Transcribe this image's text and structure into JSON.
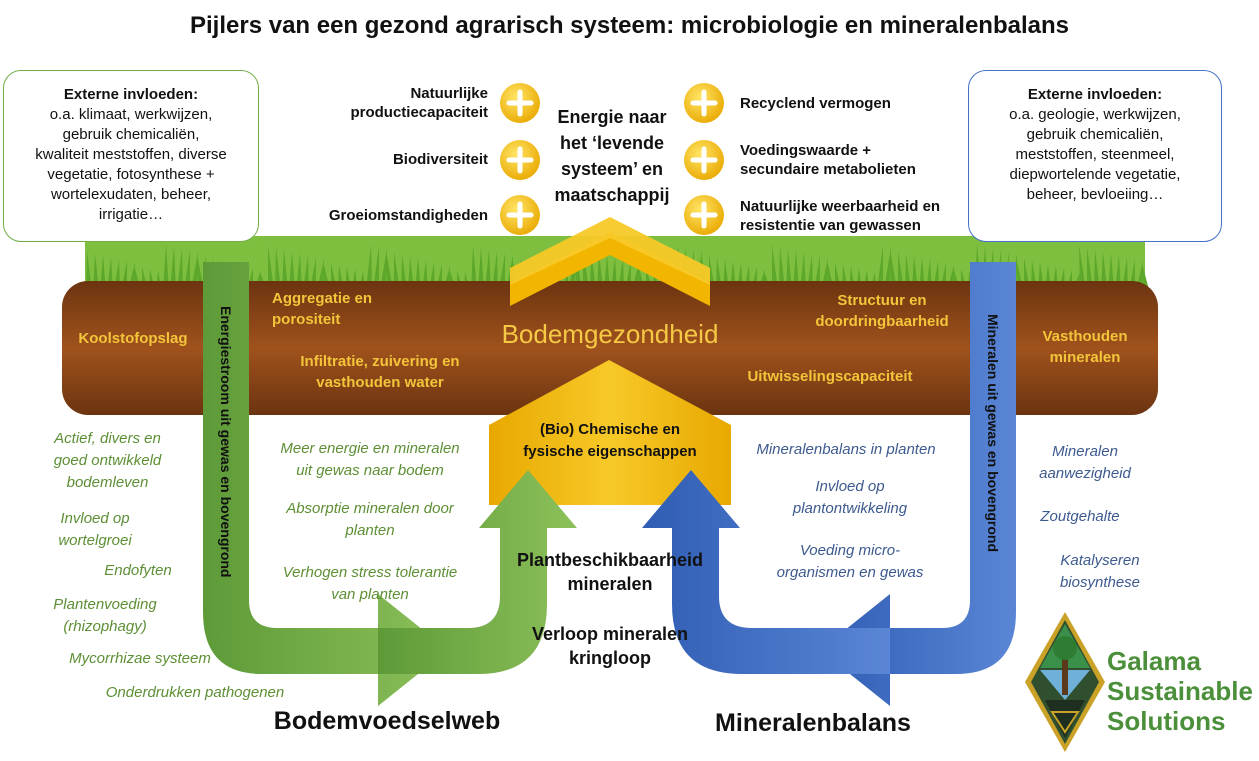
{
  "title": "Pijlers van een gezond agrarisch systeem: microbiologie en mineralenbalans",
  "left_box": {
    "heading": "Externe invloeden:",
    "lines": [
      "o.a. klimaat, werkwijzen,",
      "gebruik chemicaliën,",
      "kwaliteit meststoffen, diverse",
      "vegetatie, fotosynthese +",
      "wortelexudaten, beheer,",
      "irrigatie…"
    ]
  },
  "right_box": {
    "heading": "Externe invloeden:",
    "lines": [
      "o.a. geologie, werkwijzen,",
      "gebruik chemicaliën,",
      "meststoffen, steenmeel,",
      "diepwortelende vegetatie,",
      "beheer, bevloeiing…"
    ]
  },
  "top_left_items": [
    {
      "line1": "Natuurlijke",
      "line2": "productiecapaciteit"
    },
    {
      "line1": "Biodiversiteit",
      "line2": ""
    },
    {
      "line1": "Groeiomstandigheden",
      "line2": ""
    }
  ],
  "top_right_items": [
    {
      "line1": "Recyclend vermogen",
      "line2": ""
    },
    {
      "line1": "Voedingswaarde +",
      "line2": "secundaire metabolieten"
    },
    {
      "line1": "Natuurlijke weerbaarheid en",
      "line2": "resistentie van gewassen"
    }
  ],
  "energy_text": {
    "l1": "Energie naar",
    "l2": "het ‘levende",
    "l3": "systeem’ en",
    "l4": "maatschappij"
  },
  "soil": {
    "koolstof": "Koolstofopslag",
    "aggregatie_1": "Aggregatie en",
    "aggregatie_2": "porositeit",
    "infiltratie_1": "Infiltratie, zuivering en",
    "infiltratie_2": "vasthouden water",
    "bodemgezondheid": "Bodemgezondheid",
    "structuur_1": "Structuur en",
    "structuur_2": "doordringbaarheid",
    "uitwisseling": "Uitwisselingscapaciteit",
    "vasthouden_1": "Vasthouden",
    "vasthouden_2": "mineralen"
  },
  "vertical_left": "Energiestroom uit gewas en bovengrond",
  "vertical_right": "Mineralen uit gewas en bovengrond",
  "house": {
    "l1": "(Bio) Chemische en",
    "l2": "fysische eigenschappen"
  },
  "left_italic": [
    {
      "l1": "Actief, divers en",
      "l2": "goed ontwikkeld",
      "l3": "bodemleven"
    },
    {
      "l1": "Invloed op",
      "l2": "wortelgroei",
      "l3": ""
    },
    {
      "l1": "Endofyten",
      "l2": "",
      "l3": ""
    },
    {
      "l1": "Plantenvoeding",
      "l2": "(rhizophagy)",
      "l3": ""
    },
    {
      "l1": "Mycorrhizae systeem",
      "l2": "",
      "l3": ""
    },
    {
      "l1": "Onderdrukken pathogenen",
      "l2": "",
      "l3": ""
    }
  ],
  "center_green": [
    {
      "l1": "Meer energie en mineralen",
      "l2": "uit gewas naar bodem"
    },
    {
      "l1": "Absorptie mineralen door",
      "l2": "planten"
    },
    {
      "l1": "Verhogen stress tolerantie",
      "l2": "van planten"
    }
  ],
  "center_blue": [
    {
      "l1": "Mineralenbalans in planten",
      "l2": ""
    },
    {
      "l1": "Invloed op",
      "l2": "plantontwikkeling"
    },
    {
      "l1": "Voeding micro-",
      "l2": "organismen en gewas"
    }
  ],
  "right_italic": [
    {
      "l1": "Mineralen",
      "l2": "aanwezigheid"
    },
    {
      "l1": "Zoutgehalte",
      "l2": ""
    },
    {
      "l1": "Katalyseren",
      "l2": "biosynthese"
    }
  ],
  "center_bold": {
    "l1": "Plantbeschikbaarheid",
    "l2": "mineralen",
    "l3": "Verloop mineralen",
    "l4": "kringloop"
  },
  "bottom_left": "Bodemvoedselweb",
  "bottom_right": "Mineralenbalans",
  "logo": {
    "l1": "Galama",
    "l2": "Sustainable",
    "l3": "Solutions"
  },
  "colors": {
    "soil": "#8b4513",
    "green_arrow": "#70ad47",
    "blue_arrow": "#4472c4",
    "gold": "#f2b500",
    "soil_text": "#f3c53a"
  }
}
